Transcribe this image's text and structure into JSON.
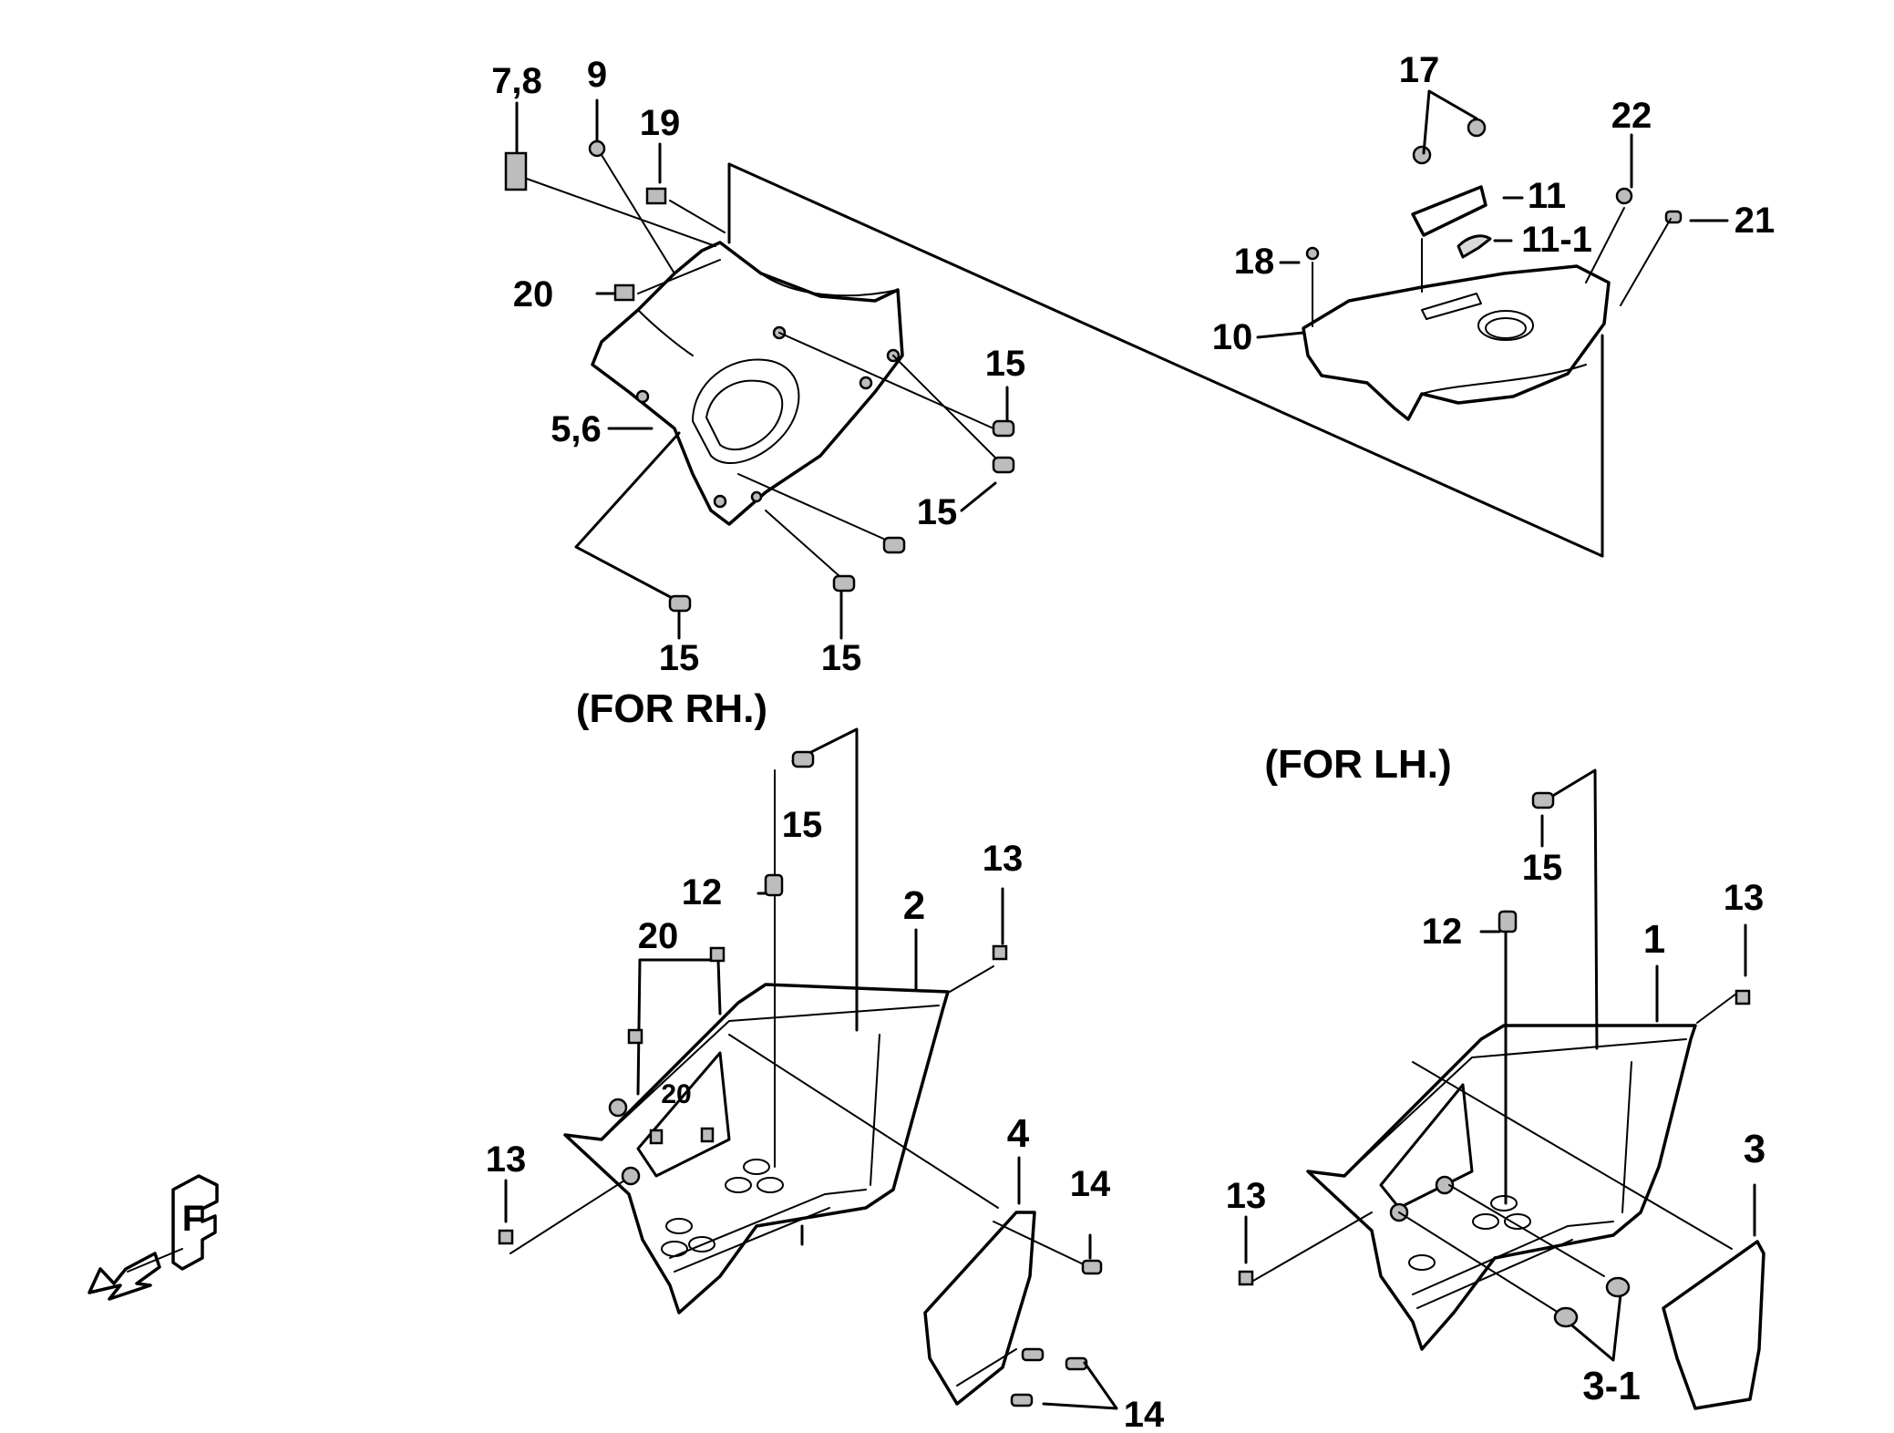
{
  "callouts": {
    "p78": "7,8",
    "p9": "9",
    "p19": "19",
    "p20a": "20",
    "p56": "5,6",
    "p15a": "15",
    "p15b": "15",
    "p15c": "15",
    "p15d": "15",
    "p17": "17",
    "p22": "22",
    "p11": "11",
    "p11_1": "11-1",
    "p21": "21",
    "p18": "18",
    "p10": "10",
    "p15e": "15",
    "p12a": "12",
    "p2": "2",
    "p13a": "13",
    "p20b": "20",
    "p20c": "20",
    "p13b": "13",
    "p4": "4",
    "p14a": "14",
    "p14b": "14",
    "p15f": "15",
    "p12b": "12",
    "p1": "1",
    "p13c": "13",
    "p13d": "13",
    "p3": "3",
    "p3_1": "3-1"
  },
  "headings": {
    "rh": "(FOR RH.)",
    "lh": "(FOR LH.)"
  },
  "direction_icon": {
    "letter": "F",
    "icon": "front-direction-arrow-icon"
  }
}
